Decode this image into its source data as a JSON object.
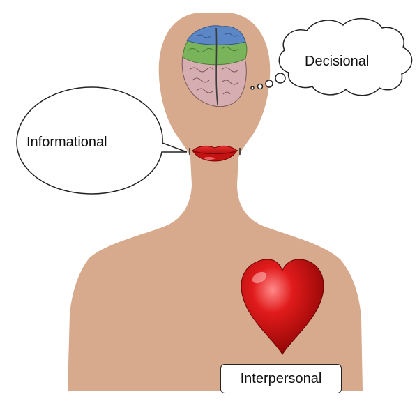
{
  "labels": {
    "decisional": "Decisional",
    "informational": "Informational",
    "interpersonal": "Interpersonal"
  },
  "colors": {
    "skin": "#D7A98D",
    "heart": "#D81010",
    "lips": "#D71A1A",
    "brain_blue": "#5B87C6",
    "brain_green": "#79B45A",
    "brain_pink": "#D6AEB2"
  },
  "icons": [
    "brain-icon",
    "lips-icon",
    "heart-icon"
  ]
}
